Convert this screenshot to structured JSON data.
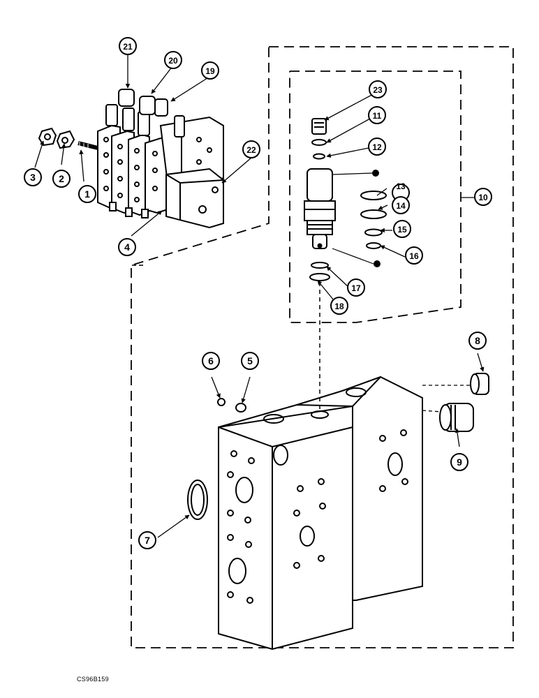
{
  "figure_id": "CS96B159",
  "callouts": [
    "1",
    "2",
    "3",
    "4",
    "5",
    "6",
    "7",
    "8",
    "9",
    "10",
    "11",
    "12",
    "13",
    "14",
    "15",
    "16",
    "17",
    "18",
    "19",
    "20",
    "21",
    "22",
    "23"
  ]
}
